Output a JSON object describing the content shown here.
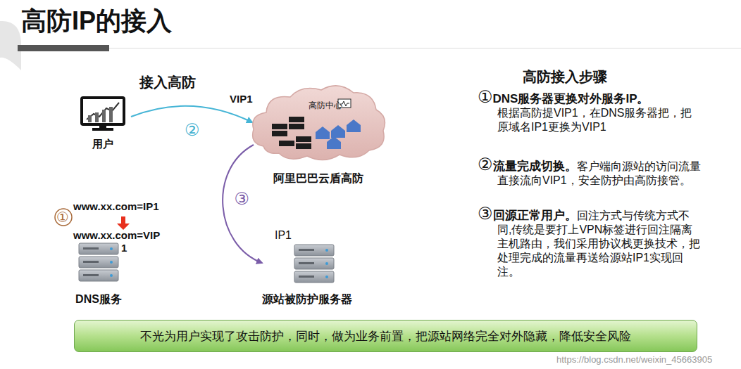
{
  "diagram": {
    "title": "高防IP的接入",
    "nodes": [
      {
        "text": [
          "用户"
        ]
      },
      {
        "text": [
          "高防中心",
          "阿里巴巴云盾高防"
        ]
      },
      {
        "text": [
          "DNS服务"
        ]
      },
      {
        "text": [
          "IP1",
          "源站被防护服务器"
        ]
      },
      {
        "text": [
          "不光为用户实现了攻击防护，同时，做为业务前置，把源站网络完全对外隐藏，降低安全风险"
        ]
      }
    ],
    "edges": [
      {
        "from": 0,
        "to": 1,
        "arrow": "to",
        "label": "②"
      },
      {
        "from": 1,
        "to": 3,
        "arrow": "to",
        "label": "③"
      }
    ],
    "labels": [
      "接入高防",
      "VIP1",
      "①",
      "www.xx.com=IP1",
      "www.xx.com=VIP",
      "1",
      "高防接入步骤",
      "①",
      "DNS服务器更换对外服务IP。",
      "根据高防提VIP1，在DNS服务器把，把原域名IP1更换为VIP1",
      "②",
      "流量完成切换。",
      "客户端向源站的访问流量直接流向VIP1，安全防护由高防接管。",
      "③",
      "回源正常用户。",
      "回注方式与传统方式不同,传统是要打上VPN标签进行回注隔离主机路由，我们采用协议栈更换技术，把处理完成的流量再送给源站IP1实现回注。",
      "https://blog.csdn.net/weixin_45663905"
    ]
  }
}
